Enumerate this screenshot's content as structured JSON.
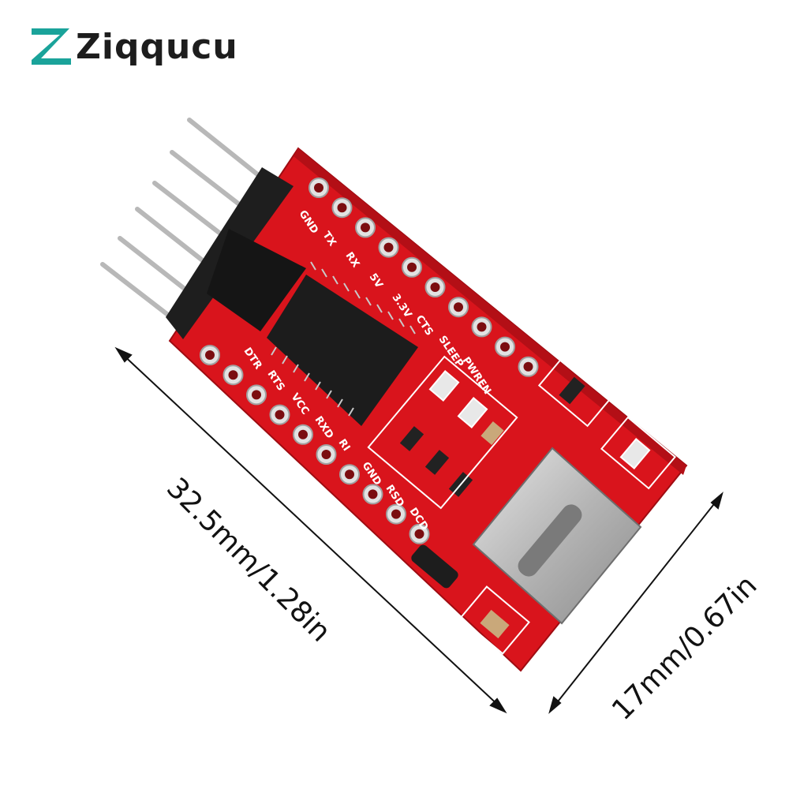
{
  "brand": {
    "name": "Ziqqucu",
    "accent_color": "#1aa39a",
    "text_color": "#1d1d1d"
  },
  "board": {
    "pcb_color": "#d9141c",
    "chip_color": "#1c1c1c",
    "header_pin_count": 6,
    "top_pad_count": 10,
    "bottom_pad_count": 10,
    "top_pin_labels": [
      "GND",
      "TX",
      "RX",
      "5V",
      "3.3V",
      "CTS",
      "SLEEP",
      "PWREN"
    ],
    "bottom_pin_labels": [
      "DTR",
      "RTS",
      "VCC",
      "RXD",
      "RI",
      "GND",
      "RSD",
      "DCD"
    ],
    "connector": "usb-type-c"
  },
  "dimensions": {
    "length_label": "32.5mm/1.28in",
    "width_label": "17mm/0.67in"
  }
}
